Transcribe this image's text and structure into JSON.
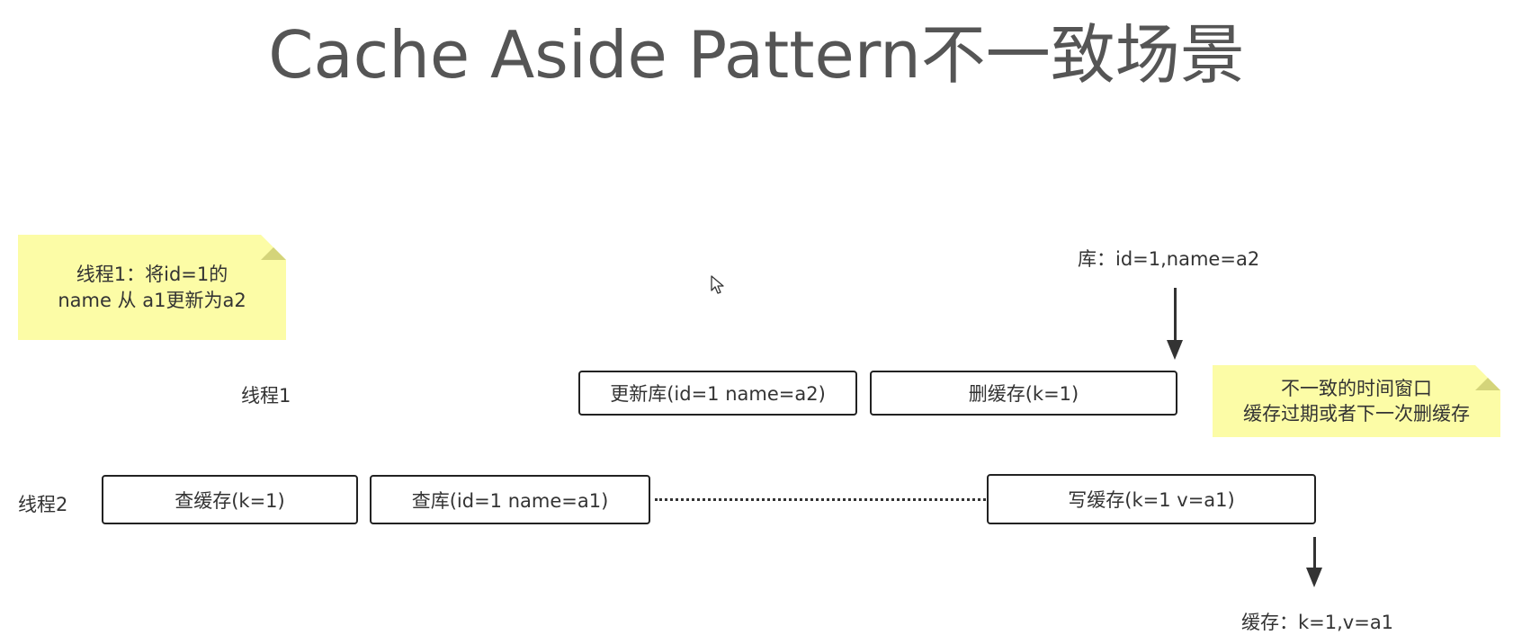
{
  "title": "Cache Aside Pattern不一致场景",
  "notes": {
    "thread1_note": {
      "line1": "线程1：将id=1的",
      "line2": "name 从 a1更新为a2"
    },
    "window_note": {
      "line1": "不一致的时间窗口",
      "line2": "缓存过期或者下一次删缓存"
    }
  },
  "lanes": {
    "thread1": "线程1",
    "thread2": "线程2"
  },
  "thread1_steps": {
    "update_db": "更新库(id=1 name=a2)",
    "delete_cache": "删缓存(k=1)"
  },
  "thread2_steps": {
    "query_cache": "查缓存(k=1)",
    "query_db": "查库(id=1 name=a1)",
    "write_cache": "写缓存(k=1 v=a1)"
  },
  "states": {
    "db_state": "库：id=1,name=a2",
    "cache_state": "缓存：k=1,v=a1"
  },
  "icons": {
    "cursor": "mouse-pointer-icon",
    "arrow": "arrow-down-icon"
  },
  "colors": {
    "note_bg": "#fcfca6",
    "border": "#222222",
    "title": "#555555"
  }
}
